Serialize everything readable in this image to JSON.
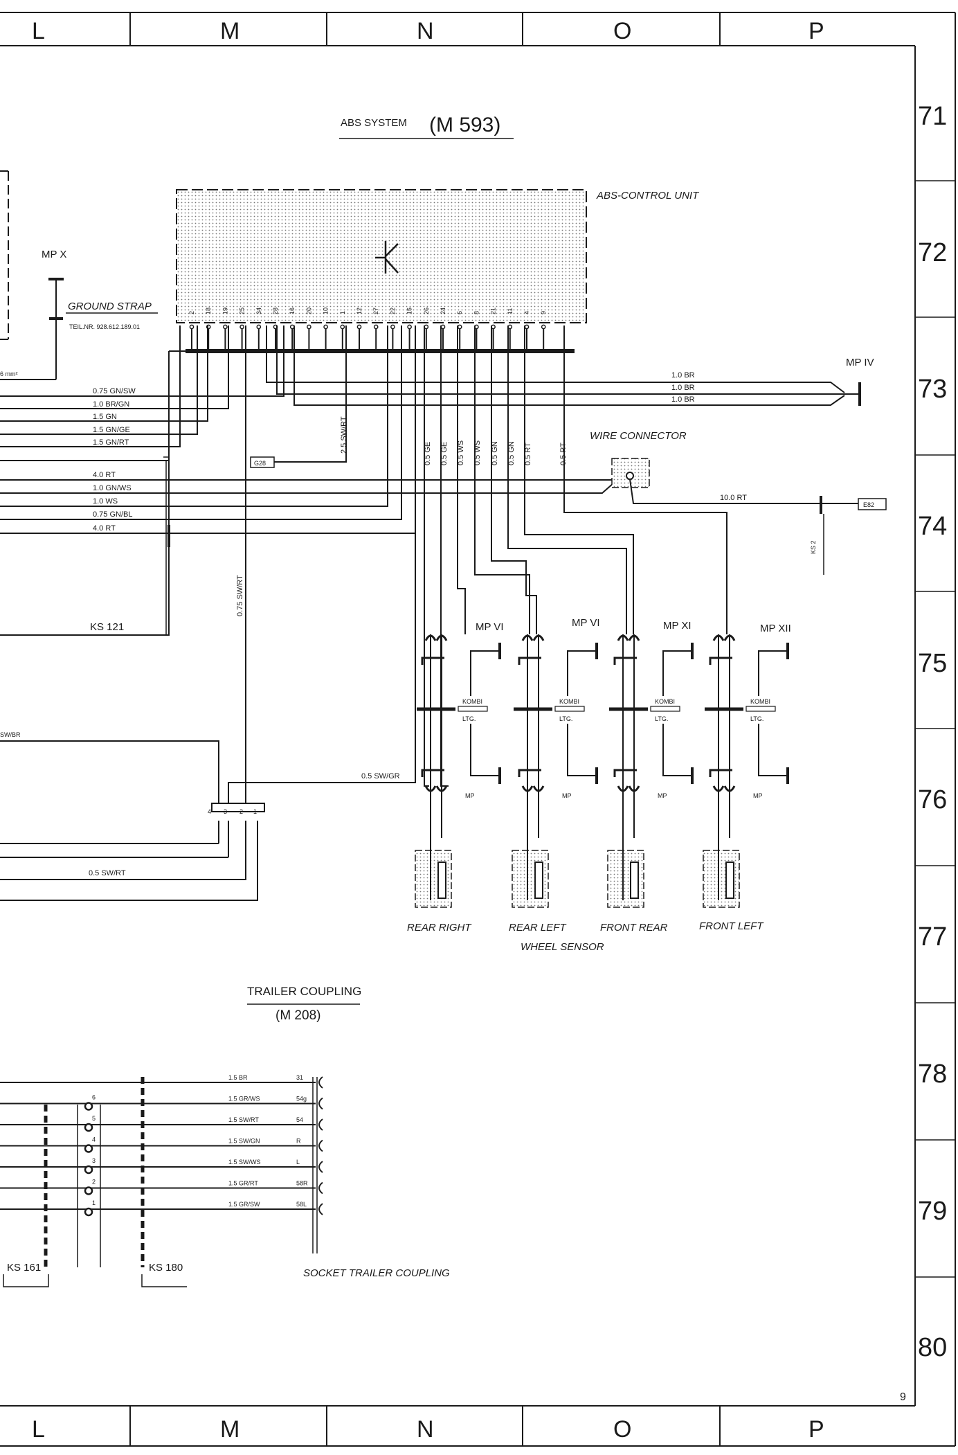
{
  "sheet": {
    "columns": [
      "L",
      "M",
      "N",
      "O",
      "P"
    ],
    "rows": [
      "71",
      "72",
      "73",
      "74",
      "75",
      "76",
      "77",
      "78",
      "79",
      "80"
    ],
    "page_number": "9"
  },
  "abs": {
    "title": "ABS SYSTEM",
    "code": "(M 593)",
    "control_unit": "ABS-CONTROL UNIT",
    "pins": [
      "2",
      "18",
      "19",
      "25",
      "34",
      "28",
      "16",
      "20",
      "10",
      "1",
      "12",
      "27",
      "22",
      "15",
      "26",
      "24",
      "6",
      "8",
      "21",
      "11",
      "4",
      "9"
    ]
  },
  "ground": {
    "mp": "MP X",
    "label": "GROUND STRAP",
    "part": "TEIL.NR. 928.612.189.01",
    "size": "6 mm²"
  },
  "left_wires": [
    {
      "size": "0.75",
      "color": "GN/SW"
    },
    {
      "size": "1.0",
      "color": "BR/GN"
    },
    {
      "size": "1.5",
      "color": "GN"
    },
    {
      "size": "1.5",
      "color": "GN/GE"
    },
    {
      "size": "1.5",
      "color": "GN/RT"
    },
    {
      "size": "4.0",
      "color": "RT"
    },
    {
      "size": "1.0",
      "color": "GN/WS"
    },
    {
      "size": "1.0",
      "color": "WS"
    },
    {
      "size": "0.75",
      "color": "GN/BL"
    },
    {
      "size": "4.0",
      "color": "RT"
    }
  ],
  "mp4": {
    "label": "MP IV",
    "wires": [
      "1.0 BR",
      "1.0 BR",
      "1.0 BR"
    ]
  },
  "labels": {
    "g28": "G28",
    "e82": "E82",
    "ks2": "KS 2",
    "ks121": "KS 121",
    "sw_rt_25": "2.5 SW/RT",
    "sw_rt_075": "0.75 SW/RT",
    "wire_connector": "WIRE CONNECTOR",
    "rt10": "10.0 RT",
    "sw_br": "SW/BR",
    "sw_gr": "0.5 SW/GR",
    "sw_rt_05": "0.5 SW/RT",
    "wheel_sensor": "WHEEL SENSOR"
  },
  "vertical_wires": [
    "0.5 GE",
    "0.5 GE",
    "0.5 WS",
    "0.5 WS",
    "0.5 GN",
    "0.5 GN",
    "0.5 RT",
    "0.5 RT"
  ],
  "sensors": [
    {
      "name": "REAR RIGHT",
      "mp": "MP VI"
    },
    {
      "name": "REAR LEFT",
      "mp": "MP VI"
    },
    {
      "name": "FRONT REAR",
      "mp": "MP XI"
    },
    {
      "name": "FRONT LEFT",
      "mp": "MP XII"
    }
  ],
  "kombi": "KOMBI",
  "ltg": "LTG.",
  "mp_small": "MP",
  "connector4": [
    "4",
    "3",
    "2",
    "1"
  ],
  "trailer": {
    "title": "TRAILER COUPLING",
    "code": "(M 208)",
    "socket": "SOCKET TRAILER COUPLING",
    "ks161": "KS 161",
    "ks180": "KS 180",
    "pin_numbers": [
      "6",
      "5",
      "4",
      "3",
      "2",
      "1"
    ],
    "wires": [
      {
        "wire": "1.5 BR",
        "term": "31"
      },
      {
        "wire": "1.5 GR/WS",
        "term": "54g"
      },
      {
        "wire": "1.5 SW/RT",
        "term": "54"
      },
      {
        "wire": "1.5 SW/GN",
        "term": "R"
      },
      {
        "wire": "1.5 SW/WS",
        "term": "L"
      },
      {
        "wire": "1.5 GR/RT",
        "term": "58R"
      },
      {
        "wire": "1.5 GR/SW",
        "term": "58L"
      }
    ]
  }
}
